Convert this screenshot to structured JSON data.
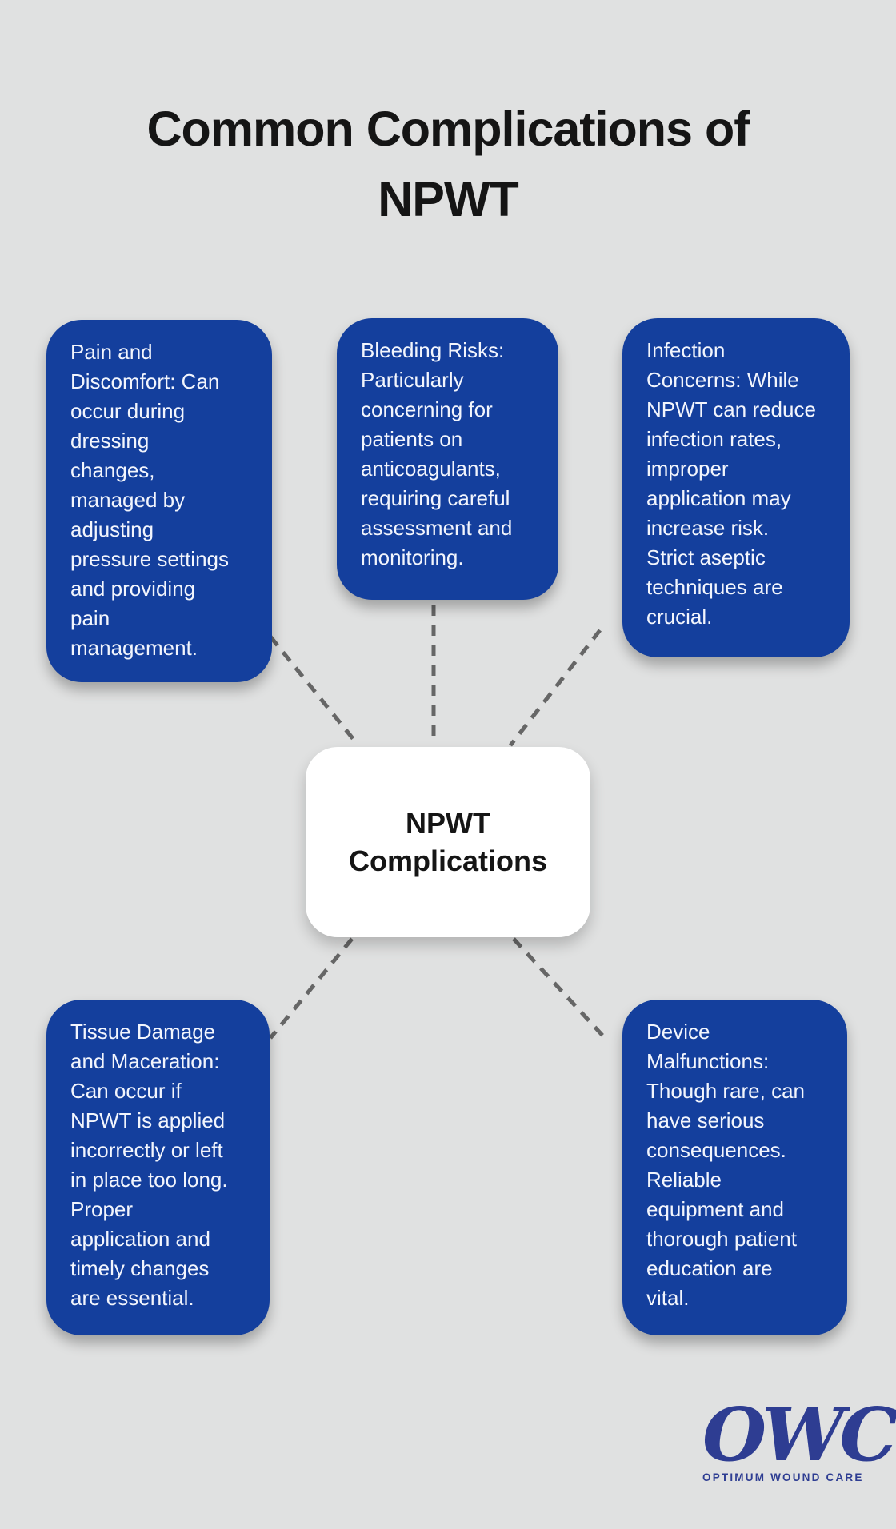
{
  "title": "Common Complications of\nNPWT",
  "center": {
    "label": "NPWT\nComplications"
  },
  "boxes": [
    {
      "id": "pain-and-discomfort",
      "text": "Pain and\nDiscomfort: Can\noccur during\ndressing\nchanges,\nmanaged by\nadjusting\npressure settings\nand providing\npain\nmanagement."
    },
    {
      "id": "bleeding-risks",
      "text": "Bleeding Risks:\nParticularly\nconcerning for\npatients on\nanticoagulants,\nrequiring careful\nassessment and\nmonitoring."
    },
    {
      "id": "infection-concerns",
      "text": "Infection\nConcerns: While\nNPWT can reduce\ninfection rates,\nimproper\napplication may\nincrease risk.\nStrict aseptic\ntechniques are\ncrucial."
    },
    {
      "id": "tissue-damage",
      "text": "Tissue Damage\nand Maceration:\nCan occur if\nNPWT is applied\nincorrectly or left\nin place too long.\nProper\napplication and\ntimely changes\nare essential."
    },
    {
      "id": "device-malfunctions",
      "text": "Device\nMalfunctions:\nThough rare, can\nhave serious\nconsequences.\nReliable\nequipment and\nthorough patient\neducation are\nvital."
    }
  ],
  "logo": {
    "acronym": "OWC",
    "caption": "OPTIMUM WOUND CARE"
  },
  "colors": {
    "page_bg": "#e0e1e1",
    "box_blue": "#143f9d",
    "card_text": "#f2f5fd",
    "title_text": "#151515",
    "center_bg": "#ffffff",
    "center_text": "#151515",
    "connector": "#666666",
    "logo_blue": "#2e3d92"
  }
}
